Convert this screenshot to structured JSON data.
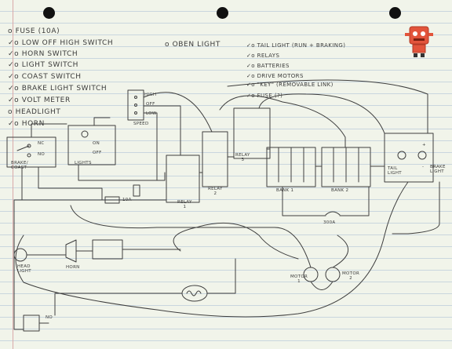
{
  "checklist_left": [
    {
      "mark": "o",
      "text": "FUSE (10A)"
    },
    {
      "mark": "✓o",
      "text": "LOW OFF HIGH SWITCH"
    },
    {
      "mark": "✓o",
      "text": "HORN SWITCH"
    },
    {
      "mark": "✓o",
      "text": "LIGHT SWITCH"
    },
    {
      "mark": "✓o",
      "text": "COAST SWITCH"
    },
    {
      "mark": "✓o",
      "text": "BRAKE LIGHT SWITCH"
    },
    {
      "mark": "✓o",
      "text": "VOLT METER"
    },
    {
      "mark": "o",
      "text": "HEADLIGHT"
    },
    {
      "mark": "✓o",
      "text": "HORN"
    }
  ],
  "checklist_mid": {
    "mark": "o",
    "text": "OBEN LIGHT"
  },
  "checklist_right": [
    {
      "mark": "✓o",
      "text": "TAIL LIGHT (RUN + BRAKING)"
    },
    {
      "mark": "✓o",
      "text": "RELAYS"
    },
    {
      "mark": "✓o",
      "text": "BATTERIES"
    },
    {
      "mark": "✓o",
      "text": "DRIVE MOTORS"
    },
    {
      "mark": "✓o",
      "text": "\"KEY\" (REMOVABLE LINK)"
    },
    {
      "mark": "✓o",
      "text": "FUSE (?)"
    }
  ],
  "labels": {
    "brake_coast": "BRAKE/\nCOAST",
    "nc": "NC",
    "no": "NO",
    "lights": "LIGHTS",
    "on": "ON",
    "off": "OFF",
    "high": "HIGH",
    "off_speed": "OFF",
    "low": "LOW",
    "speed": "SPEED",
    "relay1": "RELAY\n1",
    "relay2": "RELAY\n2",
    "relay3": "RELAY\n3",
    "bank1": "BANK 1",
    "bank2": "BANK 2",
    "fuse_300": "300A",
    "tail_light": "TAIL\nLIGHT",
    "brake_light": "BRAKE\nLIGHT",
    "head_light": "HEAD\nLIGHT",
    "horn": "HORN",
    "motor1": "MOTOR\n1",
    "motor2": "MOTOR\n2",
    "fuse_10a": "10A",
    "no_bottom": "NO",
    "b_plus": "+",
    "b_minus": "-"
  },
  "colors": {
    "paper": "#f1f4ea",
    "rule": "#c9d6de",
    "ink": "#3e3e3e",
    "robot": "#e2543b"
  }
}
